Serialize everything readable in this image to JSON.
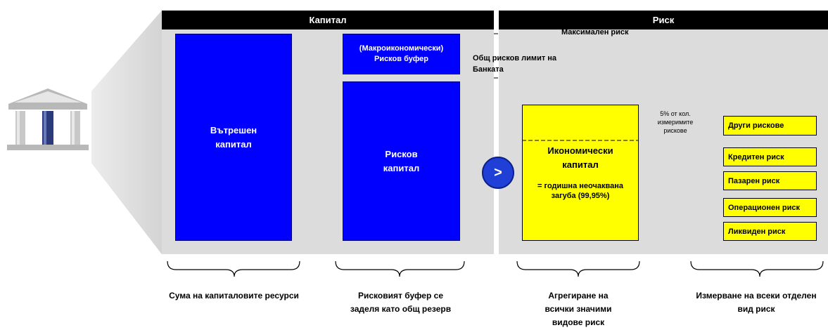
{
  "headers": {
    "capital": "Капитал",
    "risk": "Риск"
  },
  "capital": {
    "internal": "Вътрешен капитал",
    "buffer": "(Макроикономически) Рисков буфер",
    "risk_capital": "Рисков капитал"
  },
  "labels": {
    "max_risk": "Максимален риск",
    "bank_limit": "Общ рисков лимит на Банката"
  },
  "compare_symbol": ">",
  "economic": {
    "title": "Икономически капитал",
    "desc": "= годишна неочаквана загуба (99,95%)"
  },
  "note": "5% от кол. измеримите рискове",
  "risks": {
    "other": "Други рискове",
    "items": [
      "Кредитен риск",
      "Пазарен риск",
      "Операционен риск",
      "Ликвиден риск"
    ]
  },
  "captions": [
    "Сума на капиталовите ресурси",
    "Рисковият буфер се заделя като общ резерв",
    "Агрегиране на всички значими видове риск",
    "Измерване на всеки отделен вид риск"
  ],
  "colors": {
    "blue": "#0000ff",
    "yellow": "#ffff00",
    "panel": "#dcdcdc",
    "circle": "#1f3fd6"
  }
}
